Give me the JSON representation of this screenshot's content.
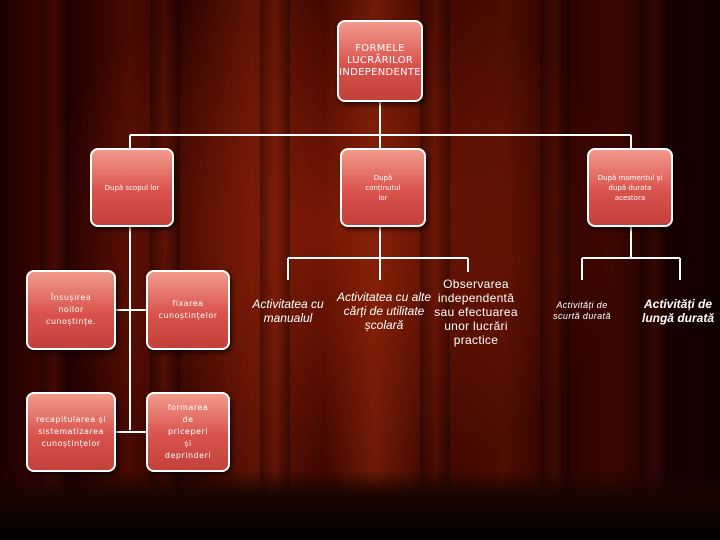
{
  "root": {
    "label": "FORMELE LUCRĂRILOR INDEPENDENTE"
  },
  "branches": {
    "scop": {
      "label": "După scopul lor"
    },
    "continut": {
      "label": "După conținutul lor"
    },
    "moment": {
      "label": "După momentul și după durata acestora"
    }
  },
  "scop_items": [
    {
      "label": "Însușirea noilor cunoștințe."
    },
    {
      "label": "fixarea cunoștințelor"
    },
    {
      "label": "recapitularea și sistematizarea cunoștințelor"
    },
    {
      "label": "formarea de priceperi și deprinderi"
    }
  ],
  "continut_items": [
    {
      "label": "Activitatea cu manualul"
    },
    {
      "label": "Activitatea cu alte cărți de utilitate școlară"
    },
    {
      "label": "Observarea independentă sau efectuarea unor lucrări practice"
    }
  ],
  "moment_items": [
    {
      "label": "Activități de scurtă durată"
    },
    {
      "label": "Activități de lungă durată"
    }
  ],
  "colors": {
    "box_fill": "#d9534c",
    "box_border": "#ffffff",
    "background": "#3a0500",
    "text": "#ffffff"
  }
}
